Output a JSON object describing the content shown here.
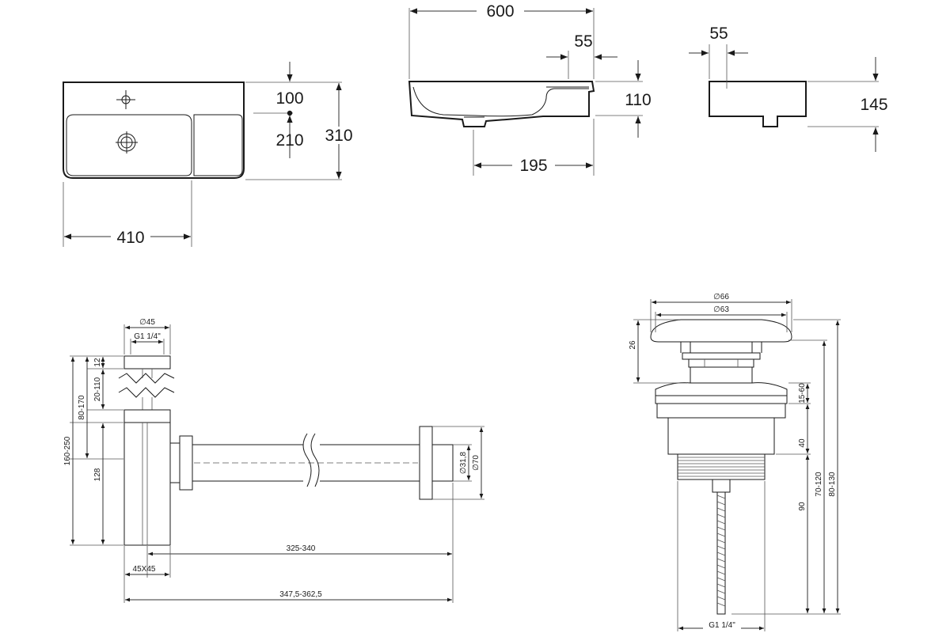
{
  "top_left": {
    "width_410": "410",
    "height_310": "310",
    "dim_100": "100",
    "dim_210": "210"
  },
  "top_middle": {
    "width_600": "600",
    "dim_55": "55",
    "height_110": "110",
    "dim_195": "195"
  },
  "top_right": {
    "dim_55": "55",
    "height_145": "145"
  },
  "siphon": {
    "d45": "∅45",
    "g1": "G1 1/4\"",
    "d12": "12",
    "d20_110": "20-110",
    "d80_170": "80-170",
    "d160_250": "160-250",
    "d128": "128",
    "d318": "∅31,8",
    "d70": "∅70",
    "d325_340": "325-340",
    "d45x45": "45X45",
    "d347_362": "347,5-362,5"
  },
  "drain": {
    "d66": "∅66",
    "d63": "∅63",
    "d26": "26",
    "d15_60": "15-60",
    "d40": "40",
    "d70_120": "70-120",
    "d80_130": "80-130",
    "d90": "90",
    "g1": "G1 1/4\""
  }
}
